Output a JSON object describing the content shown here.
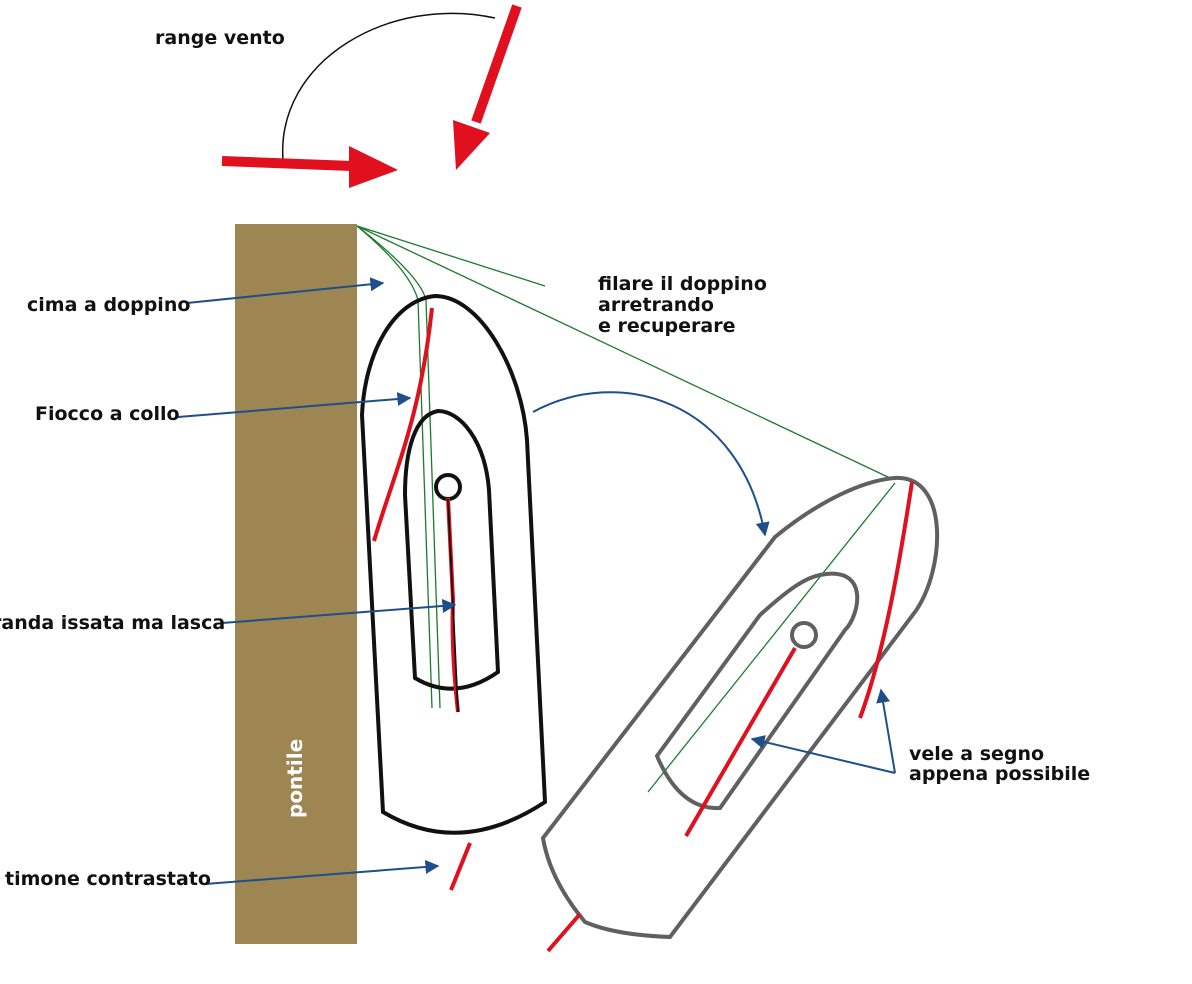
{
  "colors": {
    "pier": "#9e8653",
    "wind_arrow": "#e0101e",
    "sail": "#e0101e",
    "line": "#1c7a2e",
    "pointer": "#1d4f8a",
    "boat_docked": "#111111",
    "boat_departing": "#606060"
  },
  "labels": {
    "wind_range": "range vento",
    "doubled_line": "cima a doppino",
    "jib": "Fiocco a collo",
    "mainsail": "randa issata ma lasca",
    "rudder": "timone contrastato",
    "pier": "pontile",
    "instruction_1": "filare il doppino",
    "instruction_2": "arretrando",
    "instruction_3": "e recuperare",
    "sails_set_1": "vele a segno",
    "sails_set_2": "appena possibile"
  },
  "icons": {
    "wind": "wind-arrow-icon",
    "rotation": "curved-arrow-icon"
  }
}
